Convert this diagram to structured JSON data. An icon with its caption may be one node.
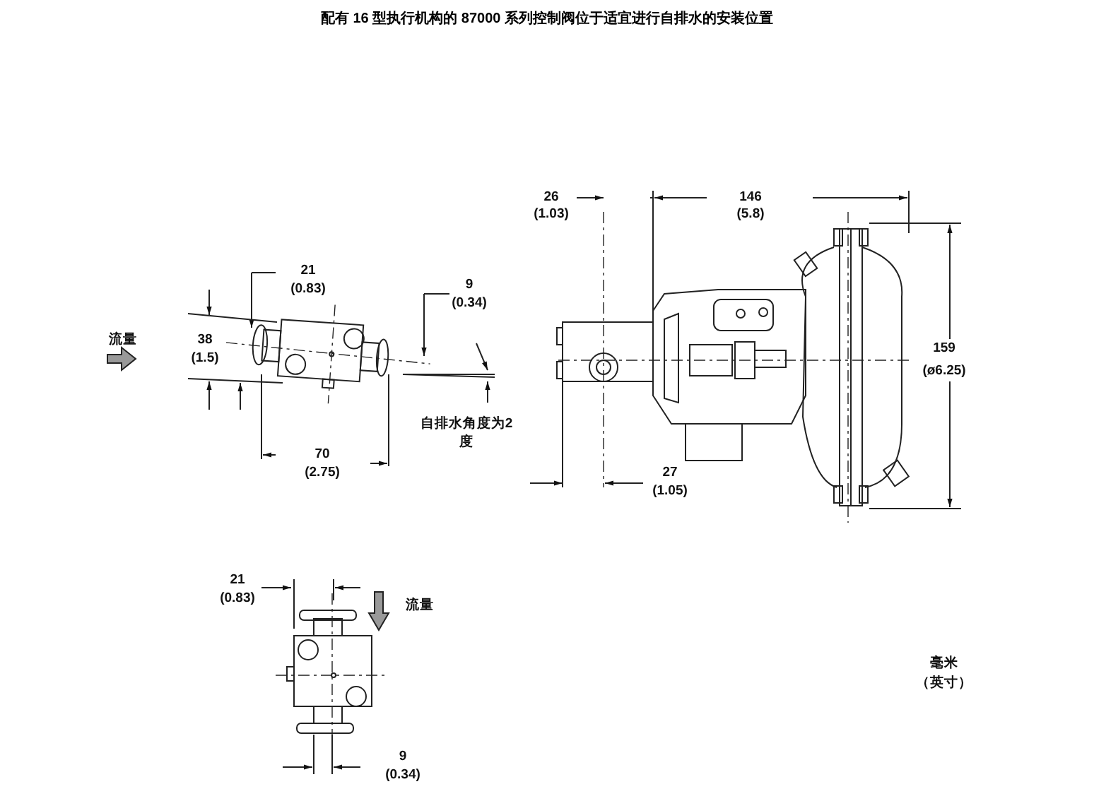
{
  "diagram": {
    "title": "配有 16 型执行机构的 87000 系列控制阀位于适宜进行自排水的安装位置",
    "labels": [
      "26",
      "(1.03)",
      "146",
      "(5.8)",
      "21",
      "(0.83)",
      "9",
      "(0.34)",
      "流量",
      "38",
      "(1.5)",
      "159",
      "(ø6.25)",
      "自排水角度为2度",
      "70",
      "(2.75)",
      "27",
      "(1.05)",
      "21",
      "(0.83)",
      "流量",
      "毫米",
      "（英寸）",
      "9",
      "(0.34)"
    ]
  }
}
